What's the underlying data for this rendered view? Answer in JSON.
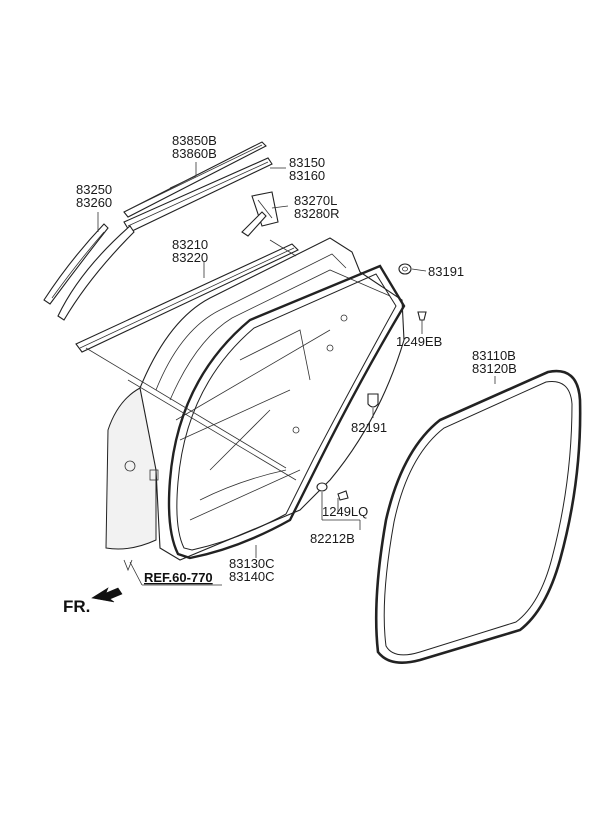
{
  "labels": {
    "p83850b": "83850B",
    "p83860b": "83860B",
    "p83150": "83150",
    "p83160": "83160",
    "p83250": "83250",
    "p83260": "83260",
    "p83270l": "83270L",
    "p83280r": "83280R",
    "p83210": "83210",
    "p83220": "83220",
    "p83191": "83191",
    "p1249eb": "1249EB",
    "p83110b": "83110B",
    "p83120b": "83120B",
    "p82191": "82191",
    "p1249lq": "1249LQ",
    "p82212b": "82212B",
    "p83130c": "83130C",
    "p83140c": "83140C",
    "ref": "REF.60-770",
    "front": "FR."
  }
}
